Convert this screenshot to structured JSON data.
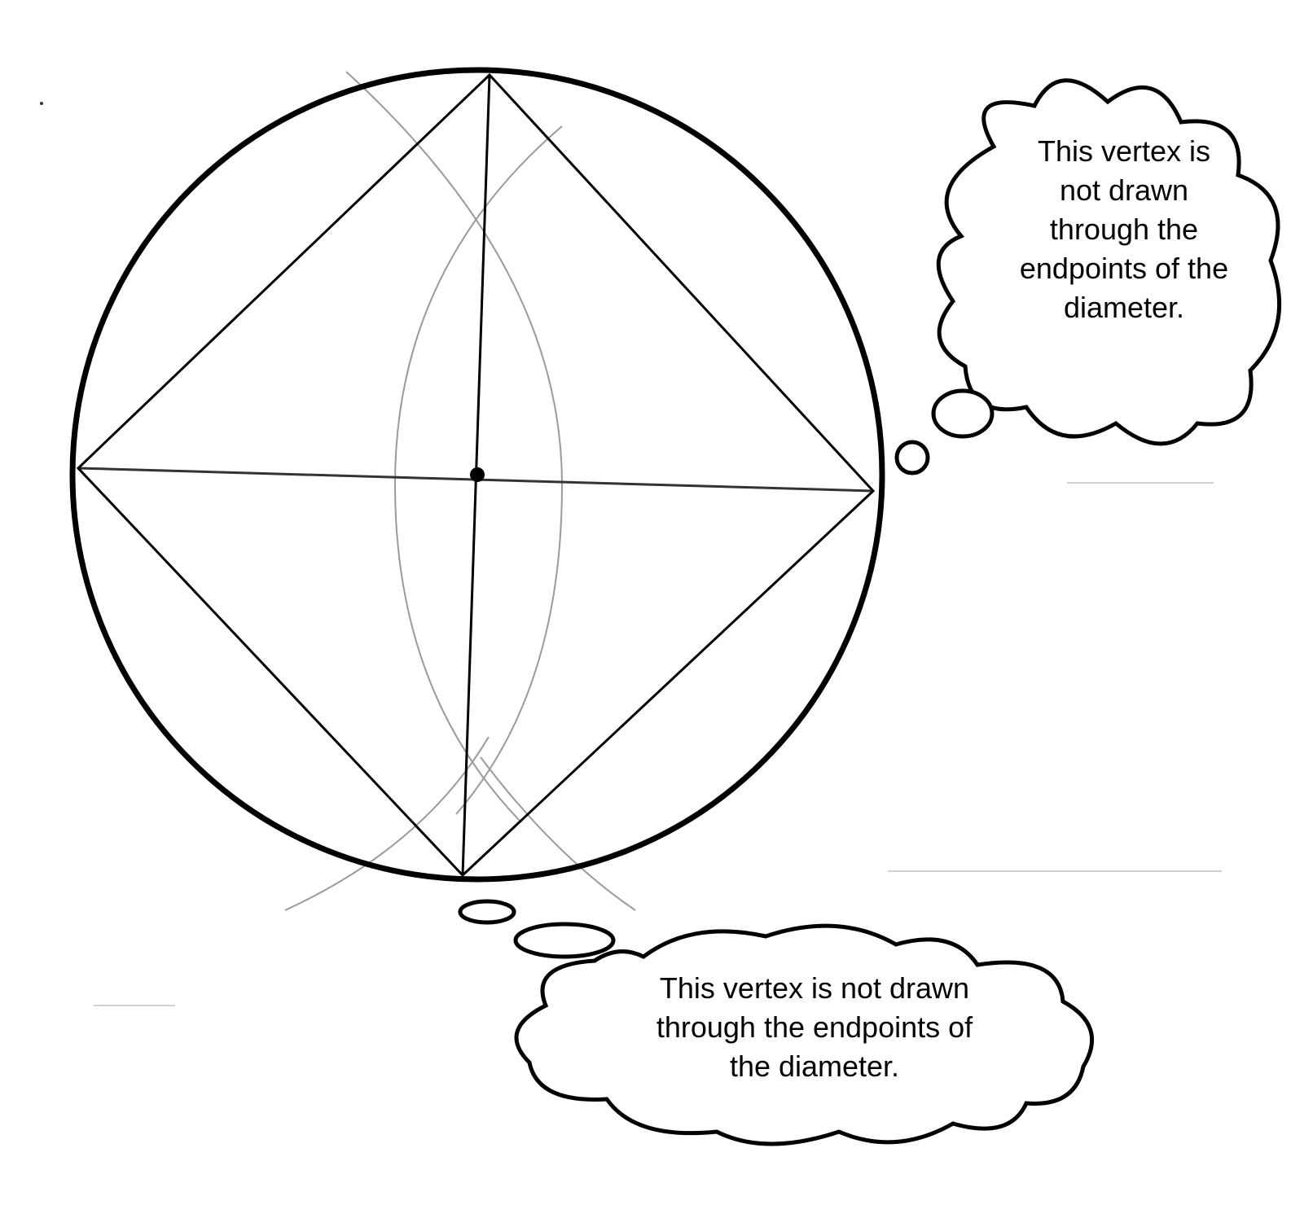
{
  "diagram": {
    "callouts": [
      {
        "id": "right",
        "lines": [
          "This vertex is",
          "not drawn",
          "through the",
          "endpoints of the",
          "diameter."
        ]
      },
      {
        "id": "bottom",
        "lines": [
          "This vertex is not drawn",
          "through the endpoints of",
          "the diameter."
        ]
      }
    ],
    "colors": {
      "ink": "#000000",
      "pencil": "#9a9a9a",
      "background": "#ffffff"
    }
  }
}
